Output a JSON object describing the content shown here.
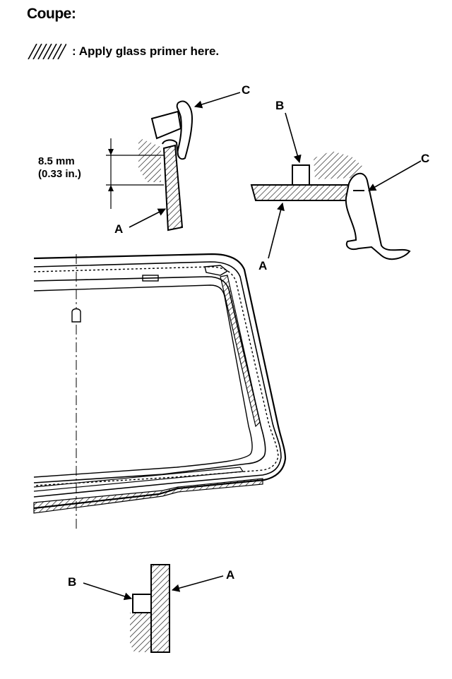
{
  "title": "Coupe:",
  "legend": {
    "text": ": Apply glass primer here.",
    "swatch_icon": "hatch-swatch-icon"
  },
  "labels": {
    "a": "A",
    "b": "B",
    "c": "C"
  },
  "dimension": {
    "metric": "8.5 mm",
    "imperial": "(0.33 in.)"
  }
}
